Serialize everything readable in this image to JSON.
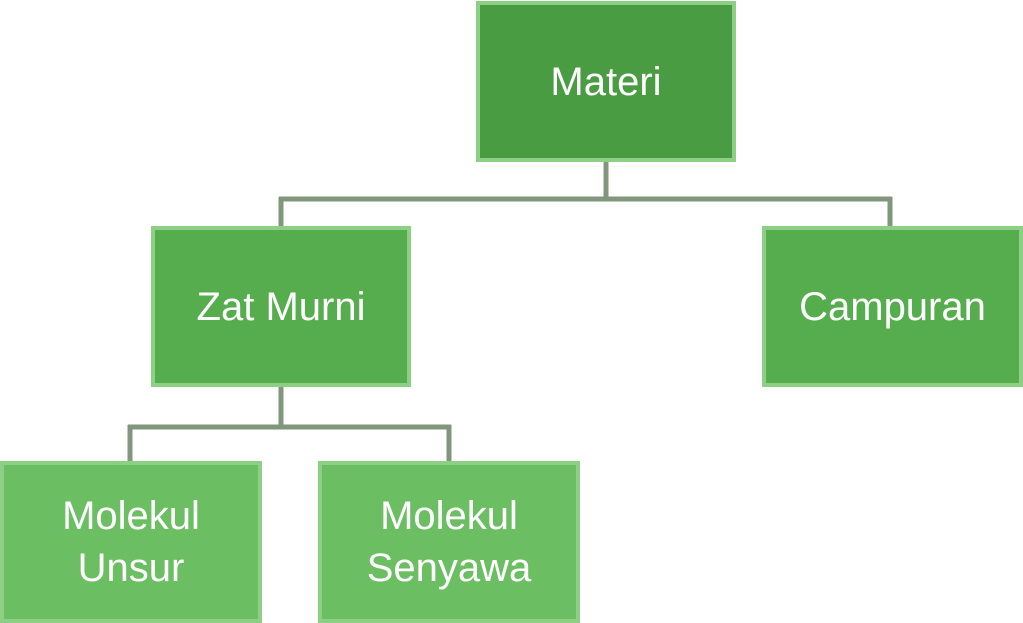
{
  "diagram": {
    "root": {
      "label": "Materi"
    },
    "children": [
      {
        "label": "Zat Murni",
        "children": [
          {
            "lines": [
              "Molekul",
              "Unsur"
            ]
          },
          {
            "lines": [
              "Molekul",
              "Senyawa"
            ]
          }
        ]
      },
      {
        "label": "Campuran"
      }
    ]
  },
  "colors": {
    "level0_fill": "#4a9c43",
    "level1_fill": "#56ad4d",
    "level2_fill": "#6cbe63",
    "border": "#8dcf85",
    "connector": "#80977e",
    "text": "#ffffff"
  }
}
